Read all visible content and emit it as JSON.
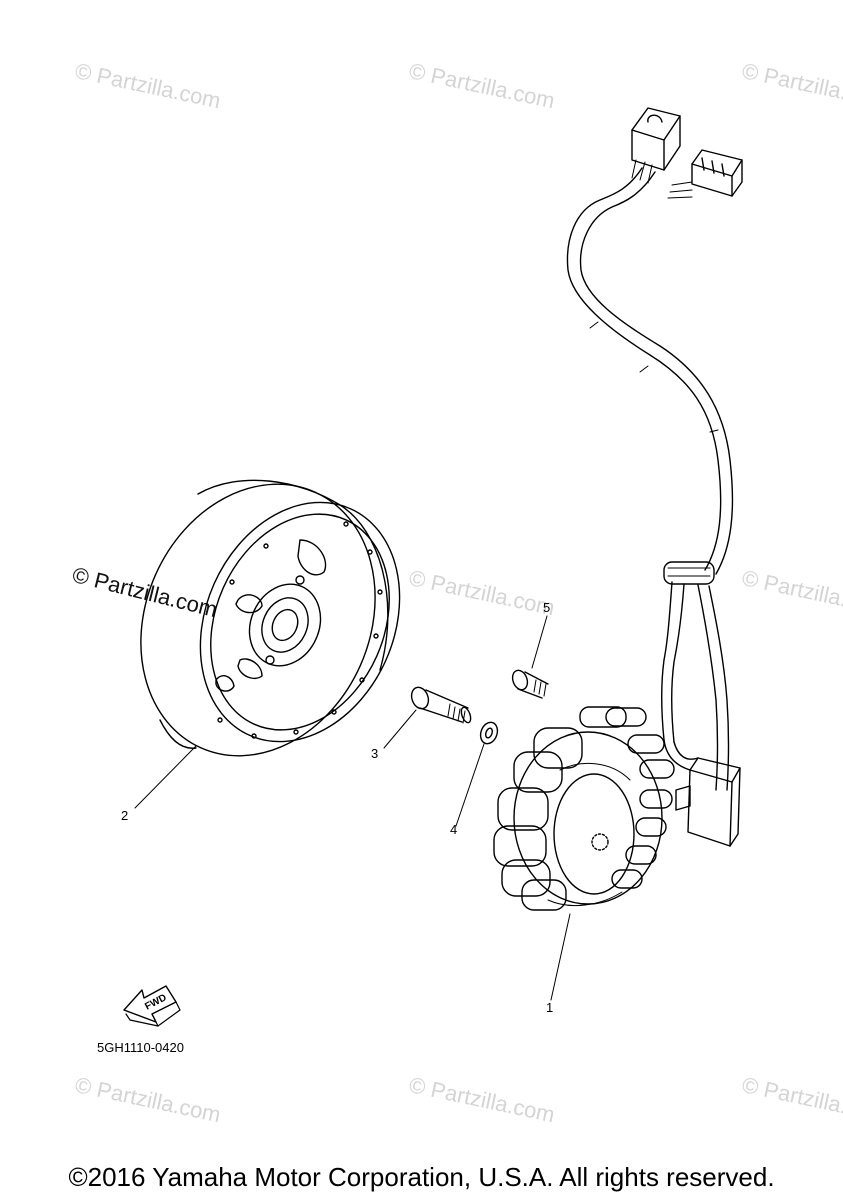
{
  "watermark_text": "© Partzilla.com",
  "callouts": {
    "stator": "1",
    "rotor": "2",
    "bolt": "3",
    "washer": "4",
    "screw": "5"
  },
  "arrow_label": "FWD",
  "diagram_code": "5GH1110-0420",
  "copyright": "©2016 Yamaha Motor Corporation, U.S.A. All rights reserved."
}
